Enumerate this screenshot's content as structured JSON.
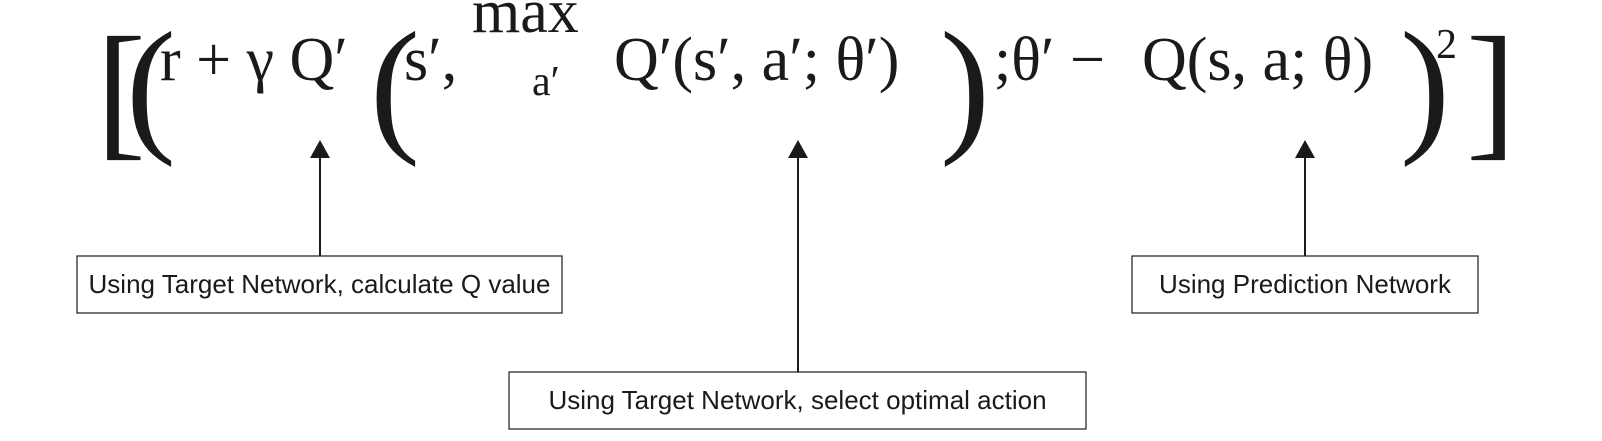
{
  "equation": {
    "open_square": "[",
    "close_square": "]",
    "open_paren_outer": "(",
    "r_gamma": "r + γ Q′",
    "open_paren_inner": "(",
    "s_prime": "s′,",
    "max_word": "max",
    "max_sub": "a′",
    "q_prime_args": "Q′(s′, a′; θ′)",
    "close_paren_inner": ")",
    "theta_prime_minus": ";θ′ −",
    "q_pred": "Q(s, a; θ)",
    "close_paren_outer": ")",
    "exponent": "2"
  },
  "annotations": [
    {
      "text": "Using Target Network, calculate Q value"
    },
    {
      "text": "Using Target Network, select optimal action"
    },
    {
      "text": "Using Prediction Network"
    }
  ],
  "colors": {
    "ink": "#1a1a1a",
    "background": "#ffffff"
  }
}
